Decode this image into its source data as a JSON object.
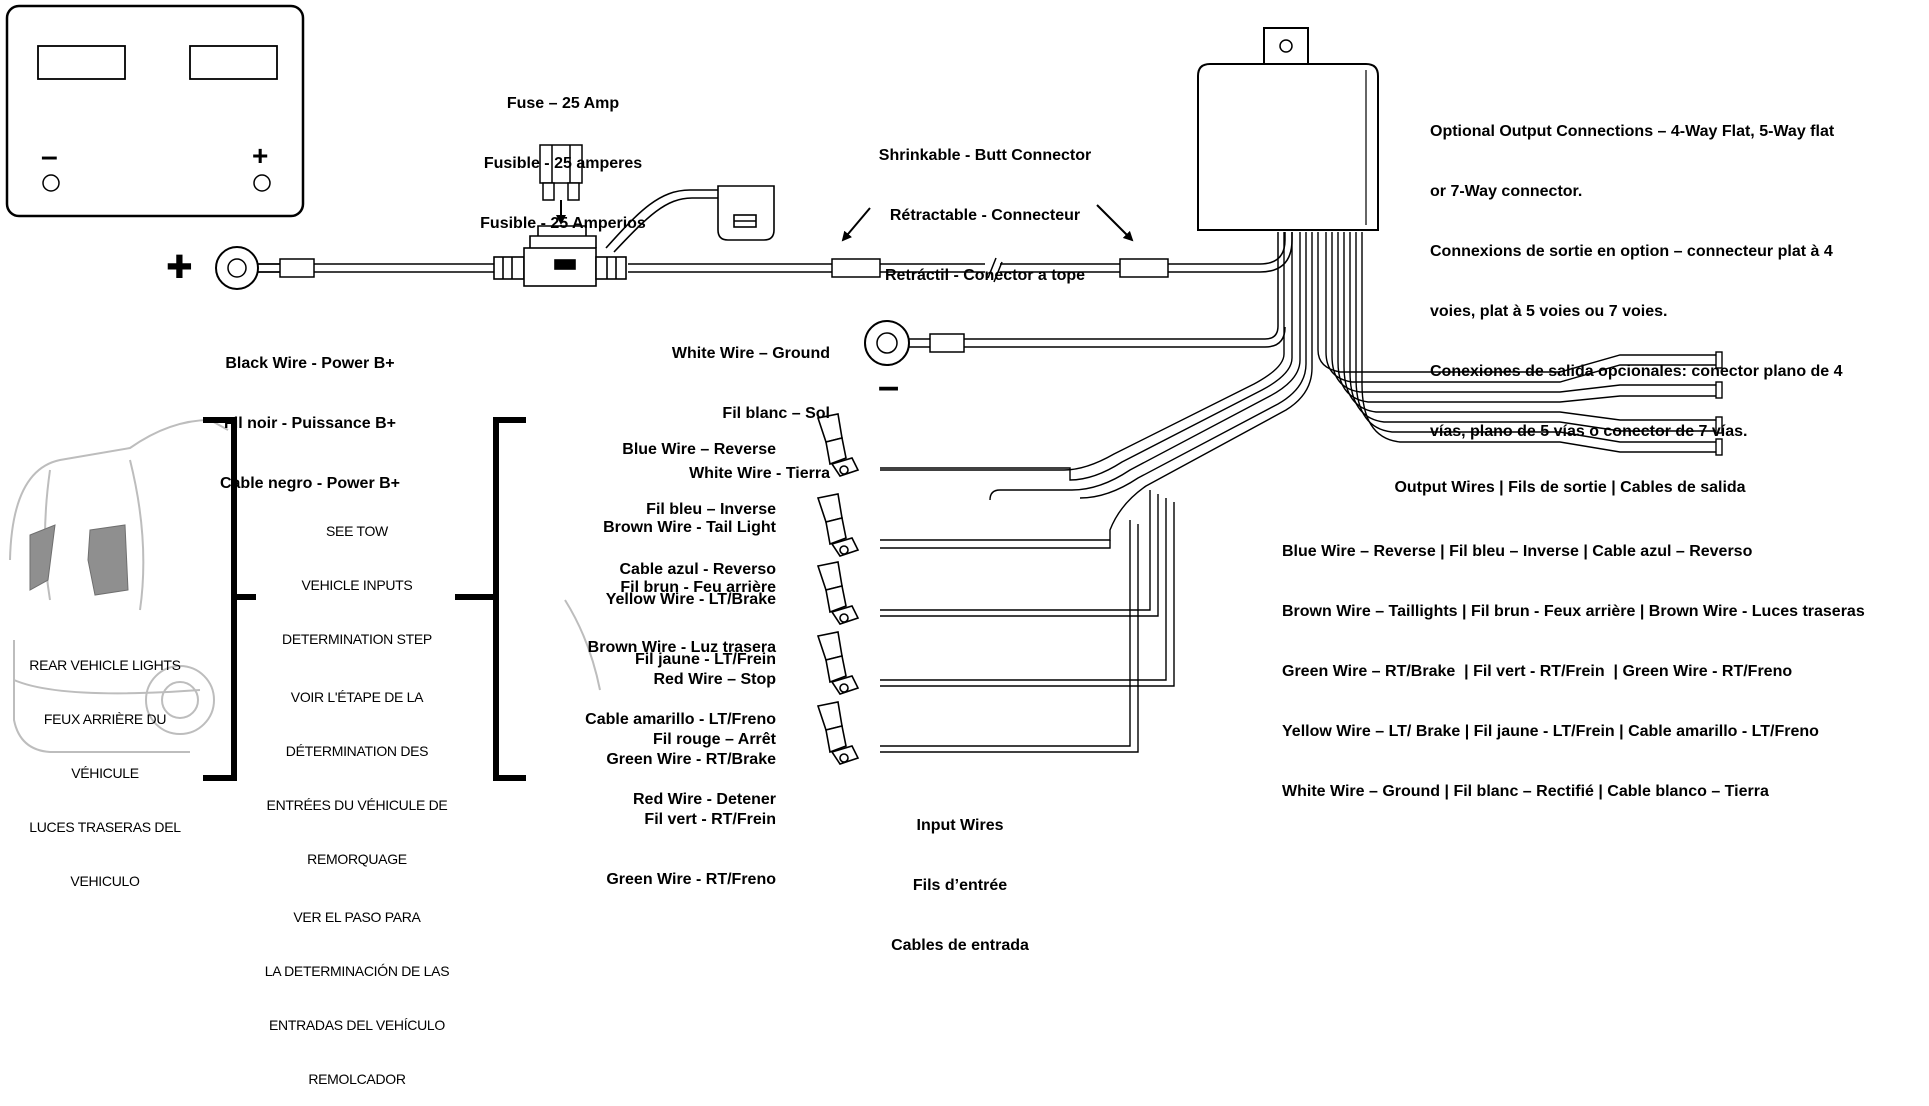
{
  "fuse_label": {
    "line1": "Fuse – 25 Amp",
    "line2": "Fusible - 25 amperes",
    "line3": "Fusible - 25 Amperios"
  },
  "butt_connector_label": {
    "line1": "Shrinkable - Butt Connector",
    "line2": "Rétractable - Connecteur",
    "line3": "Retráctil - Conector a tope"
  },
  "optional_output_label": {
    "line1": "Optional Output Connections – 4-Way Flat, 5-Way flat",
    "line2": "or 7-Way connector.",
    "line3": "Connexions de sortie en option – connecteur plat à 4",
    "line4": "voies, plat à 5 voies ou 7 voies.",
    "line5": "Conexiones de salida opcionales: conector plano de 4",
    "line6": "vías, plano de 5 vías o conector de 7 vías."
  },
  "battery": {
    "plus_symbol": "+",
    "minus_symbol": "–"
  },
  "power_plus_symbol": "✚",
  "ground_minus_symbol": "–",
  "black_wire_label": {
    "line1": "Black Wire - Power B+",
    "line2": "Fil noir - Puissance B+",
    "line3": "Cable negro - Power B+"
  },
  "white_wire_label": {
    "line1": "White Wire – Ground",
    "line2": "Fil blanc – Sol",
    "line3": "White Wire - Tierra"
  },
  "rear_lights_label": {
    "line1": "REAR VEHICLE LIGHTS",
    "line2": "FEUX ARRIÈRE DU",
    "line3": "VÉHICULE",
    "line4": "LUCES TRASERAS DEL",
    "line5": "VEHICULO"
  },
  "see_tow_label": {
    "line1": "SEE TOW",
    "line2": "VEHICLE INPUTS",
    "line3": "DETERMINATION STEP",
    "line4": "VOIR L'ÉTAPE DE LA",
    "line5": "DÉTERMINATION DES",
    "line6": "ENTRÉES DU VÉHICULE DE",
    "line7": "REMORQUAGE",
    "line8": "VER EL PASO PARA",
    "line9": "LA DETERMINACIÓN DE LAS",
    "line10": "ENTRADAS DEL VEHÍCULO",
    "line11": "REMOLCADOR"
  },
  "input_wires": [
    {
      "line1": "Blue Wire – Reverse",
      "line2": "Fil bleu – Inverse",
      "line3": "Cable azul - Reverso"
    },
    {
      "line1": "Brown Wire - Tail Light",
      "line2": "Fil brun - Feu arrière",
      "line3": "Brown Wire - Luz trasera"
    },
    {
      "line1": "Yellow Wire - LT/Brake",
      "line2": "Fil jaune - LT/Frein",
      "line3": "Cable amarillo - LT/Freno"
    },
    {
      "line1": "Red Wire – Stop",
      "line2": "Fil rouge – Arrêt",
      "line3": "Red Wire - Detener"
    },
    {
      "line1": "Green Wire - RT/Brake",
      "line2": "Fil vert - RT/Frein",
      "line3": "Green Wire - RT/Freno"
    }
  ],
  "input_wires_title": {
    "line1": "Input Wires",
    "line2": "Fils d’entrée",
    "line3": "Cables de entrada"
  },
  "output_wires": {
    "title": "Output Wires | Fils de sortie | Cables de salida",
    "line1": "Blue Wire – Reverse | Fil bleu – Inverse | Cable azul – Reverso",
    "line2": "Brown Wire – Taillights | Fil brun - Feux arrière | Brown Wire - Luces traseras",
    "line3": "Green Wire – RT/Brake  | Fil vert - RT/Frein  | Green Wire - RT/Freno",
    "line4": "Yellow Wire – LT/ Brake | Fil jaune - LT/Frein | Cable amarillo - LT/Freno",
    "line5": "White Wire – Ground | Fil blanc – Rectifié | Cable blanco – Tierra"
  }
}
